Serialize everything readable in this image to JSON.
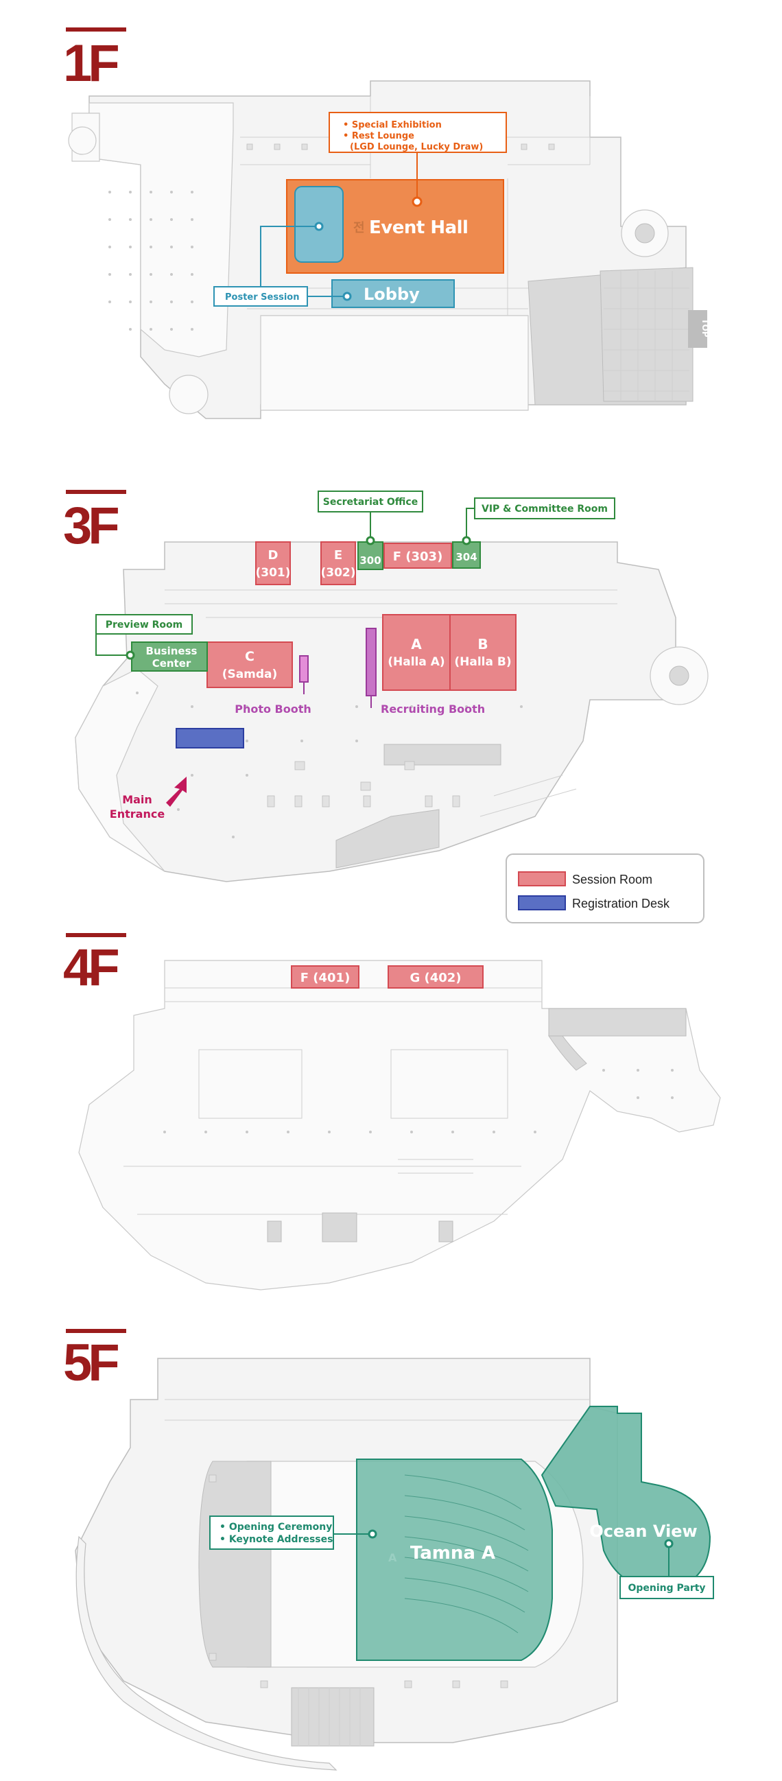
{
  "colors": {
    "floor_title": "#9b1c1c",
    "event_hall": "#ee8a4e",
    "event_border": "#e85f14",
    "lobby": "#7fbfd1",
    "lobby_border": "#2d93b3",
    "session_room": "#e8868a",
    "session_border": "#d44a52",
    "registration": "#5a6fc4",
    "registration_border": "#2c3ea1",
    "green_room": "#6fb27a",
    "green_border": "#2f8a3d",
    "recruit_booth": "#c774c6",
    "recruit_border": "#9a3a9a",
    "entrance": "#c2185b",
    "ceremony_area": "#6fb9a6",
    "ceremony_border": "#1f8a6f"
  },
  "floors": {
    "f1": {
      "title": "1F",
      "event_callout": [
        "• Special Exhibition",
        "• Rest Lounge",
        "(LGD Lounge, Lucky Draw)"
      ],
      "event_hall": "Event Hall",
      "event_hall_prefix": "전",
      "lobby": "Lobby",
      "poster_session": "Poster Session",
      "top_tag": "TOP"
    },
    "f3": {
      "title": "3F",
      "rooms": {
        "d": [
          "D",
          "(301)"
        ],
        "e": [
          "E",
          "(302)"
        ],
        "r300": "300",
        "f": "F (303)",
        "r304": "304",
        "a": [
          "A",
          "(Halla A)"
        ],
        "b": [
          "B",
          "(Halla B)"
        ],
        "c": [
          "C",
          "(Samda)"
        ],
        "business": [
          "Business",
          "Center"
        ]
      },
      "secretariat": "Secretariat Office",
      "vip": "VIP & Committee Room",
      "preview": "Preview Room",
      "photo_booth": "Photo Booth",
      "recruiting_booth": "Recruiting Booth",
      "main_entrance": [
        "Main",
        "Entrance"
      ],
      "legend": {
        "session": "Session Room",
        "registration": "Registration Desk"
      }
    },
    "f4": {
      "title": "4F",
      "rooms": {
        "f": "F (401)",
        "g": "G (402)"
      }
    },
    "f5": {
      "title": "5F",
      "tamna": "Tamna A",
      "ocean": "Ocean View",
      "tamna_letter": "A",
      "ceremony": [
        "• Opening Ceremony",
        "• Keynote Addresses"
      ],
      "party": "Opening Party"
    }
  }
}
